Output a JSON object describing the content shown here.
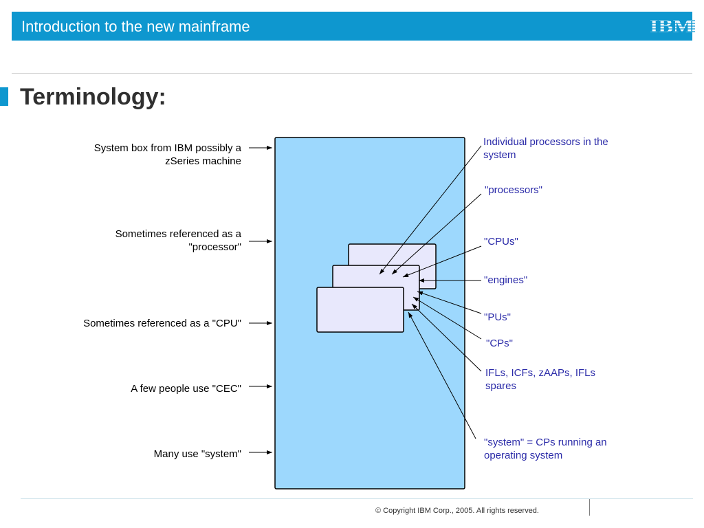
{
  "header": {
    "title": "Introduction to the new mainframe",
    "logo_text": "IBM"
  },
  "slide": {
    "title": "Terminology:"
  },
  "diagram": {
    "left_labels": [
      "System box from IBM possibly a zSeries machine",
      "Sometimes referenced as a \"processor\"",
      "Sometimes referenced as a \"CPU\"",
      "A few people use \"CEC\"",
      "Many use \"system\""
    ],
    "right_labels": [
      "Individual processors in the system",
      "\"processors\"",
      "\"CPUs\"",
      "\"engines\"",
      "\"PUs\"",
      "\"CPs\"",
      "IFLs, ICFs, zAAPs, IFLs spares",
      "\"system\" = CPs running an operating system"
    ]
  },
  "footer": {
    "copyright": "© Copyright IBM Corp., 2005. All rights reserved."
  },
  "colors": {
    "header_bg": "#0e97cf",
    "system_box_fill": "#9dd8fd",
    "processor_card_fill": "#e8e8fc",
    "right_label_text": "#2a2aa8"
  }
}
